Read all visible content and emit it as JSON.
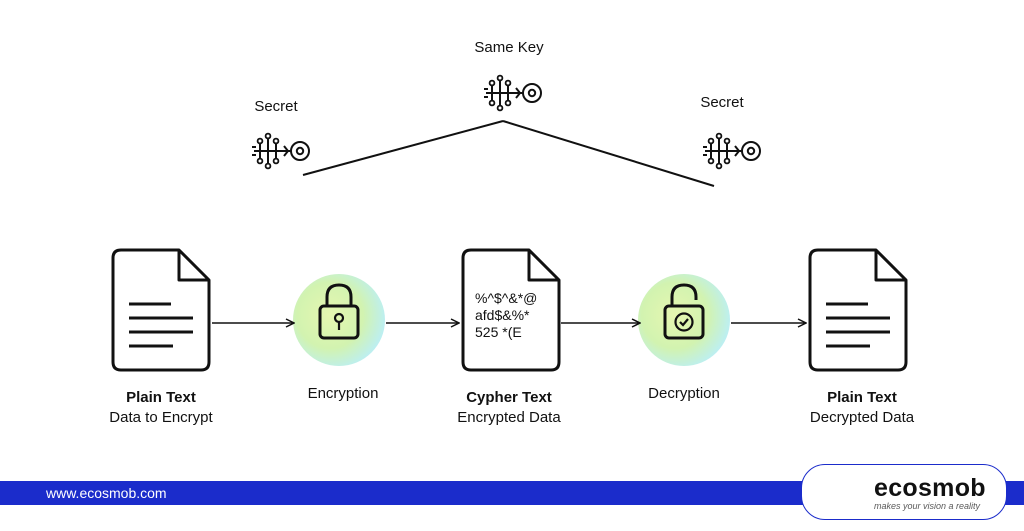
{
  "top": {
    "same_key_label": "Same Key",
    "secret_left_label": "Secret",
    "secret_right_label": "Secret"
  },
  "nodes": [
    {
      "title": "Plain Text",
      "subtitle": "Data to Encrypt"
    },
    {
      "title": "",
      "subtitle": "Encryption"
    },
    {
      "title": "Cypher Text",
      "subtitle": "Encrypted Data"
    },
    {
      "title": "",
      "subtitle": "Decryption"
    },
    {
      "title": "Plain Text",
      "subtitle": "Decrypted Data"
    }
  ],
  "cipher_text": {
    "line1": "%^$^&*@",
    "line2": "afd$&%*",
    "line3": "525 *(E"
  },
  "icons": {
    "key": "key-circuit-icon",
    "document": "document-icon",
    "lock_closed": "padlock-closed-icon",
    "lock_open": "padlock-open-icon",
    "arrow": "arrow-right-icon"
  },
  "colors": {
    "footer_bar": "#1b2ccb",
    "circle_green": "#d8f5a0",
    "circle_cyan": "#b8f0f0"
  },
  "footer": {
    "url": "www.ecosmob.com",
    "brand_name": "ecosmob",
    "brand_tagline": "makes your vision a reality"
  }
}
